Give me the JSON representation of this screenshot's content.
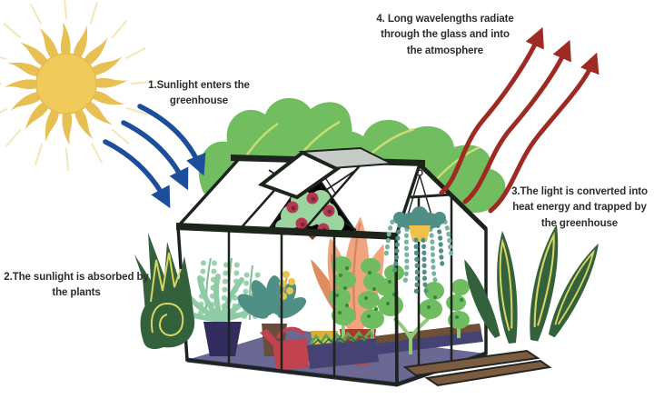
{
  "labels": {
    "step1": "1.Sunlight enters the\ngreenhouse",
    "step2": "2.The sunlight is absorbed by\nthe plants",
    "step3": "3.The light is converted into\nheat energy and trapped by\nthe greenhouse",
    "step4": "4. Long wavelengths radiate\nthrough the glass and into\nthe atmosphere"
  },
  "palette": {
    "sun_body": "#F0CB5C",
    "sun_rays": "#E8BF52",
    "incoming_arrow": "#1D4E9B",
    "outgoing_arrow": "#9E2A24",
    "label_text": "#2E2D2C",
    "background_foliage": "#72BD60",
    "foliage_vein": "#CBDB76",
    "dark_leaf": "#33613B",
    "dark_leaf_vein": "#D9D464",
    "frame": "#1C241C",
    "vent_panel": "#C7CBC7",
    "floor": "#6B6894",
    "planter": "#464273",
    "soil": "#6F5037",
    "mint_plant": "#9AD2AE",
    "teal_plant": "#4F8F85",
    "bush": "#6FBC61",
    "salmon_plant": "#F0A57E",
    "pot_navy": "#322C5F",
    "pot_brown": "#6B4B39",
    "pot_red": "#BD4A41",
    "pot_yellow": "#EAC457",
    "flower_pink": "#B23A50",
    "watering_can": "#C2434F",
    "doormat": "#7B5C41"
  },
  "scene": {
    "sun": {
      "icon": "sun-icon"
    },
    "incoming": {
      "icon": "sunlight-arrows",
      "count": 3,
      "color": "#1D4E9B"
    },
    "outgoing": {
      "icon": "infrared-arrows",
      "count": 3,
      "color": "#9E2A24"
    },
    "greenhouse": {
      "icon": "greenhouse-illustration",
      "features": [
        "roof-vent-window",
        "roof-truss",
        "hanging-flower-basket",
        "hanging-trailing-plant",
        "palm-pot-plant",
        "eucalyptus-plant",
        "teal-flowering-plant",
        "salmon-leaf-plant",
        "shrub-row",
        "planter-boxes",
        "watering-can",
        "doormat",
        "background-foliage",
        "outdoor-plant-left",
        "outdoor-plant-right"
      ]
    }
  }
}
